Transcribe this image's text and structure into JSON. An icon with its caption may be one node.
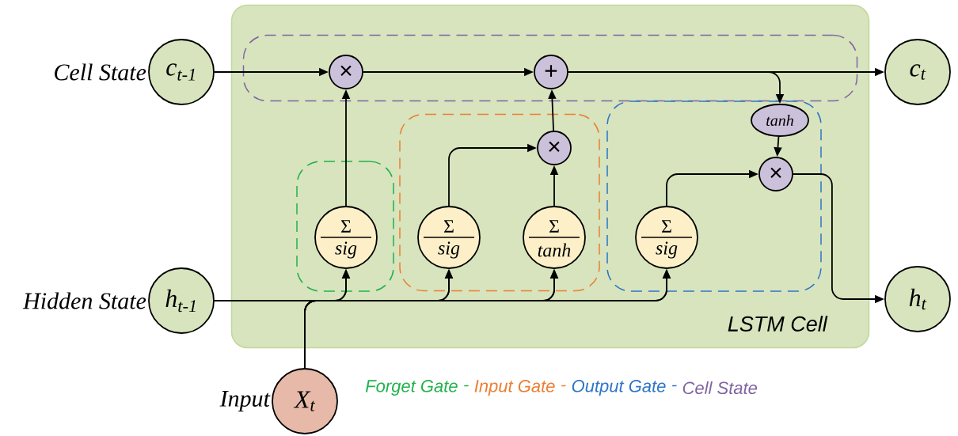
{
  "diagram": {
    "nodes": [
      {
        "text": [
          "LSTM Cell"
        ]
      },
      {
        "text": [],
        "shape": "box",
        "in": 0
      },
      {
        "text": [],
        "shape": "box",
        "in": 0
      },
      {
        "text": [],
        "shape": "box",
        "in": 0
      },
      {
        "text": [],
        "shape": "box",
        "in": 0
      },
      {
        "text": [
          "c$_{t-1}$"
        ],
        "beside": [
          "Cell State"
        ]
      },
      {
        "text": [
          "c$_{t}$"
        ]
      },
      {
        "text": [
          "h$_{t-1}$"
        ],
        "beside": [
          "Hidden State"
        ]
      },
      {
        "text": [
          "h$_{t}$"
        ]
      },
      {
        "text": [
          "X$_{t}$"
        ],
        "beside": [
          "Input"
        ]
      },
      {
        "text": [
          "×"
        ],
        "in": 1
      },
      {
        "text": [
          "+"
        ],
        "in": 1
      },
      {
        "text": [
          "×"
        ],
        "in": 3
      },
      {
        "text": [
          "tanh"
        ],
        "in": 4
      },
      {
        "text": [
          "×"
        ],
        "in": 4
      },
      {
        "text": [
          "Σ",
          "sig"
        ],
        "in": 2
      },
      {
        "text": [
          "Σ",
          "sig"
        ],
        "in": 3
      },
      {
        "text": [
          "Σ",
          "tanh"
        ],
        "in": 3
      },
      {
        "text": [
          "Σ",
          "sig"
        ],
        "in": 4
      }
    ],
    "edges": [
      {
        "from": 5,
        "to": 10,
        "arrow": "to"
      },
      {
        "from": 10,
        "to": 11,
        "arrow": "to"
      },
      {
        "from": 11,
        "to": 6,
        "arrow": "to"
      },
      {
        "from": 11,
        "to": 13,
        "arrow": "to"
      },
      {
        "from": 13,
        "to": 14,
        "arrow": "to"
      },
      {
        "from": 15,
        "to": 10,
        "arrow": "to"
      },
      {
        "from": 16,
        "to": 12,
        "arrow": "to"
      },
      {
        "from": 17,
        "to": 12,
        "arrow": "to"
      },
      {
        "from": 12,
        "to": 11,
        "arrow": "to"
      },
      {
        "from": 18,
        "to": 14,
        "arrow": "to"
      },
      {
        "from": 14,
        "to": 8,
        "arrow": "to"
      },
      {
        "from": 7,
        "to": 15,
        "arrow": "to"
      },
      {
        "from": 7,
        "to": 16,
        "arrow": "to"
      },
      {
        "from": 7,
        "to": 17,
        "arrow": "to"
      },
      {
        "from": 7,
        "to": 18,
        "arrow": "to"
      },
      {
        "from": 9,
        "to": 15,
        "arrow": "to"
      },
      {
        "from": 9,
        "to": 16,
        "arrow": "to"
      },
      {
        "from": 9,
        "to": 17,
        "arrow": "to"
      },
      {
        "from": 9,
        "to": 18,
        "arrow": "to"
      }
    ],
    "labels": [
      "-",
      "-",
      "-"
    ],
    "legend": [
      {
        "text": "Forget Gate",
        "color": "#22b14c"
      },
      {
        "text": "Input Gate",
        "color": "#ed7d31"
      },
      {
        "text": "Output Gate",
        "color": "#2e75c6"
      },
      {
        "text": "Cell State",
        "color": "#8064a2"
      }
    ]
  }
}
